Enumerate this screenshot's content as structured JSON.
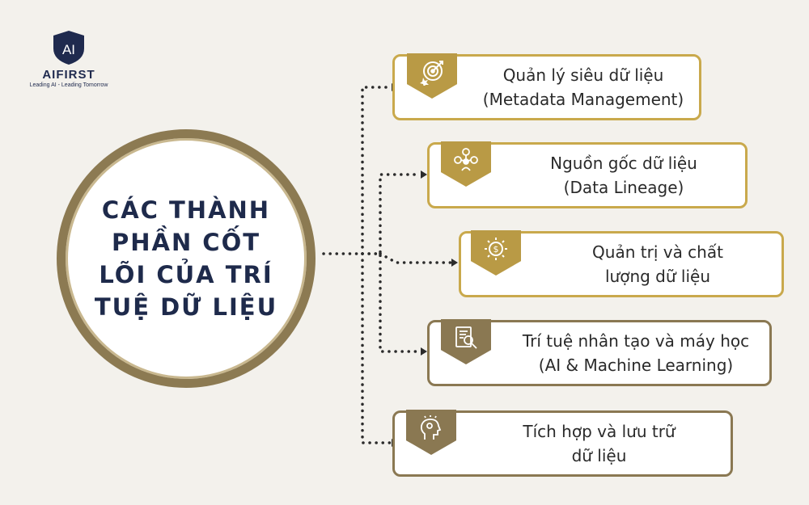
{
  "brand": {
    "logo_text": "AI",
    "name": "AIFIRST",
    "tagline": "Leading AI - Leading Tomorrow"
  },
  "center": {
    "title": "CÁC THÀNH PHẦN CỐT LÕI CỦA TRÍ TUỆ DỮ LIỆU"
  },
  "items": [
    {
      "line1": "Quản lý siêu dữ liệu",
      "line2": "(Metadata Management)",
      "icon": "target-icon"
    },
    {
      "line1": "Nguồn gốc dữ liệu",
      "line2": "(Data Lineage)",
      "icon": "network-icon"
    },
    {
      "line1": "Quản trị và chất",
      "line2": "lượng dữ liệu",
      "icon": "dollar-gear-icon"
    },
    {
      "line1": "Trí tuệ nhân tạo và máy học",
      "line2": "(AI & Machine Learning)",
      "icon": "document-search-icon"
    },
    {
      "line1": "Tích hợp và lưu trữ",
      "line2": "dữ liệu",
      "icon": "head-idea-icon"
    }
  ],
  "colors": {
    "background": "#f3f1ec",
    "gold": "#c9a94c",
    "brown": "#8a7852",
    "navy": "#1e2a4b"
  }
}
